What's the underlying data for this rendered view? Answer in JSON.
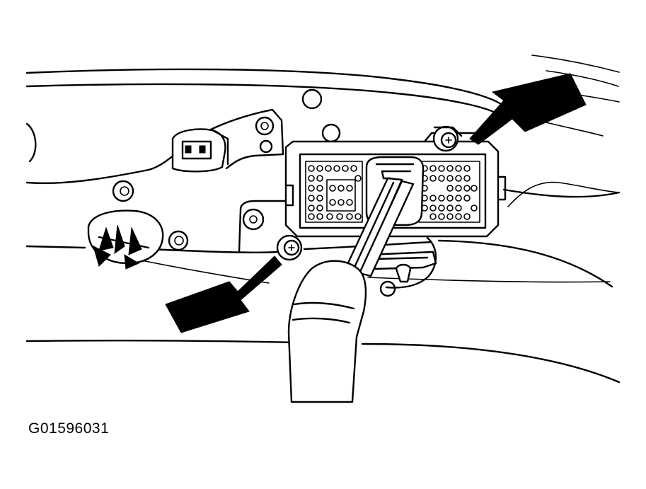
{
  "figure": {
    "id_text": "G01596031",
    "callouts": [
      {
        "target": "upper-right-bolt",
        "icon": "arrow-callout"
      },
      {
        "target": "lower-left-bolt",
        "icon": "arrow-callout"
      }
    ],
    "colors": {
      "line": "#000000",
      "background": "#ffffff"
    }
  }
}
